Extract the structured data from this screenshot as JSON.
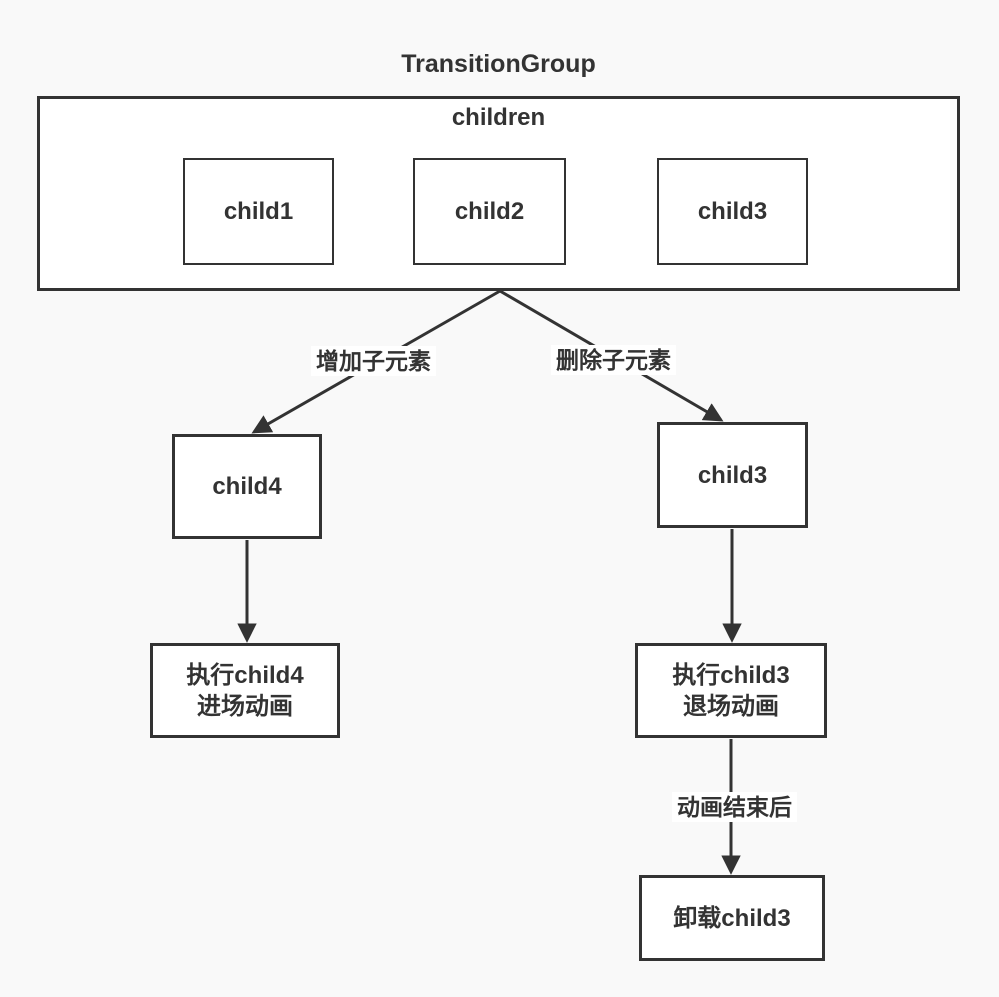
{
  "colors": {
    "border": "#333333",
    "text": "#333333",
    "node_background": "#ffffff",
    "page_background": "#f9f9f9"
  },
  "diagram": {
    "title": "TransitionGroup",
    "container": {
      "label": "children",
      "children": [
        "child1",
        "child2",
        "child3"
      ]
    },
    "left_branch": {
      "edge_label": "增加子元素",
      "node": "child4",
      "action_line1": "执行child4",
      "action_line2": "进场动画"
    },
    "right_branch": {
      "edge_label": "删除子元素",
      "node": "child3",
      "action_line1": "执行child3",
      "action_line2": "退场动画",
      "after_edge_label": "动画结束后",
      "final_node": "卸载child3"
    }
  }
}
